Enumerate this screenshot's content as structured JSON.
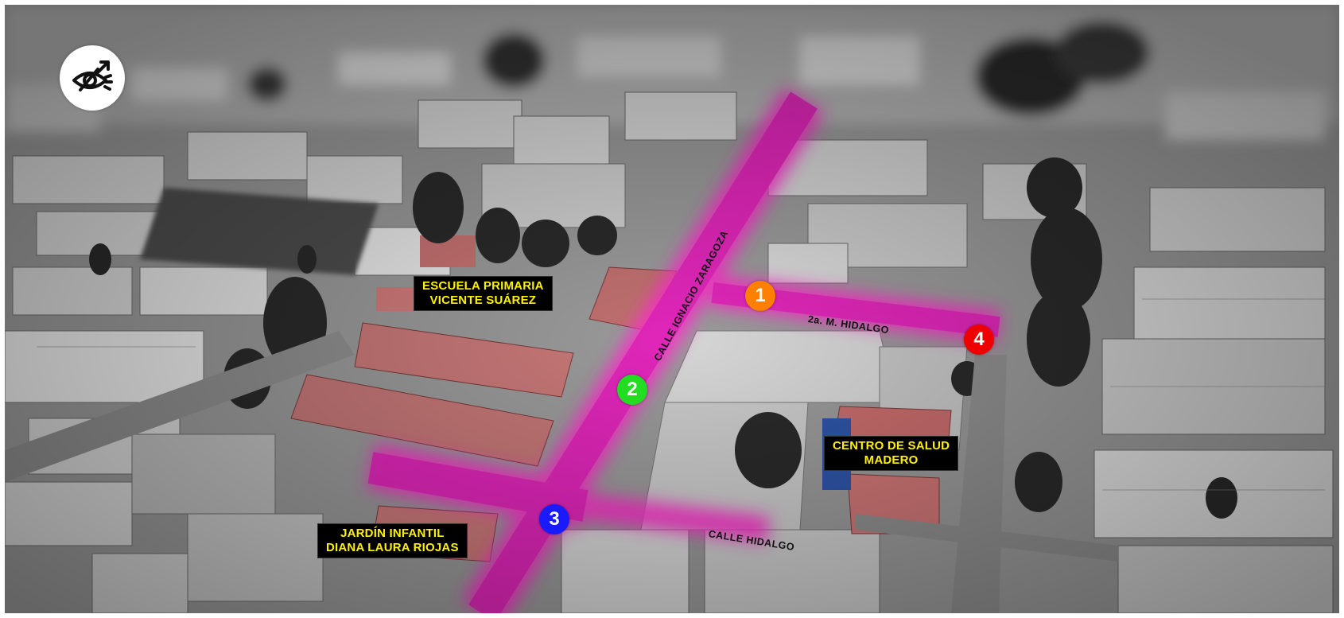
{
  "map": {
    "logo_icon": "eye-arrow-logo-icon",
    "highlight_color": "#ff2ecc",
    "places": [
      {
        "id": "escuela",
        "lines": [
          "ESCUELA PRIMARIA",
          "VICENTE SUÁREZ"
        ]
      },
      {
        "id": "centro",
        "lines": [
          "CENTRO DE SALUD",
          "MADERO"
        ]
      },
      {
        "id": "jardin",
        "lines": [
          "JARDÍN INFANTIL",
          "DIANA LAURA RIOJAS"
        ]
      }
    ],
    "label_text_color": "#fff200",
    "streets": {
      "zaragoza": "CALLE IGNACIO ZARAGOZA",
      "hidalgo2": "2a. M. HIDALGO",
      "hidalgo": "CALLE HIDALGO"
    },
    "markers": [
      {
        "number": "1",
        "color": "#ff7f00"
      },
      {
        "number": "2",
        "color": "#22dd22"
      },
      {
        "number": "3",
        "color": "#1a1aff"
      },
      {
        "number": "4",
        "color": "#ee0000"
      }
    ]
  }
}
